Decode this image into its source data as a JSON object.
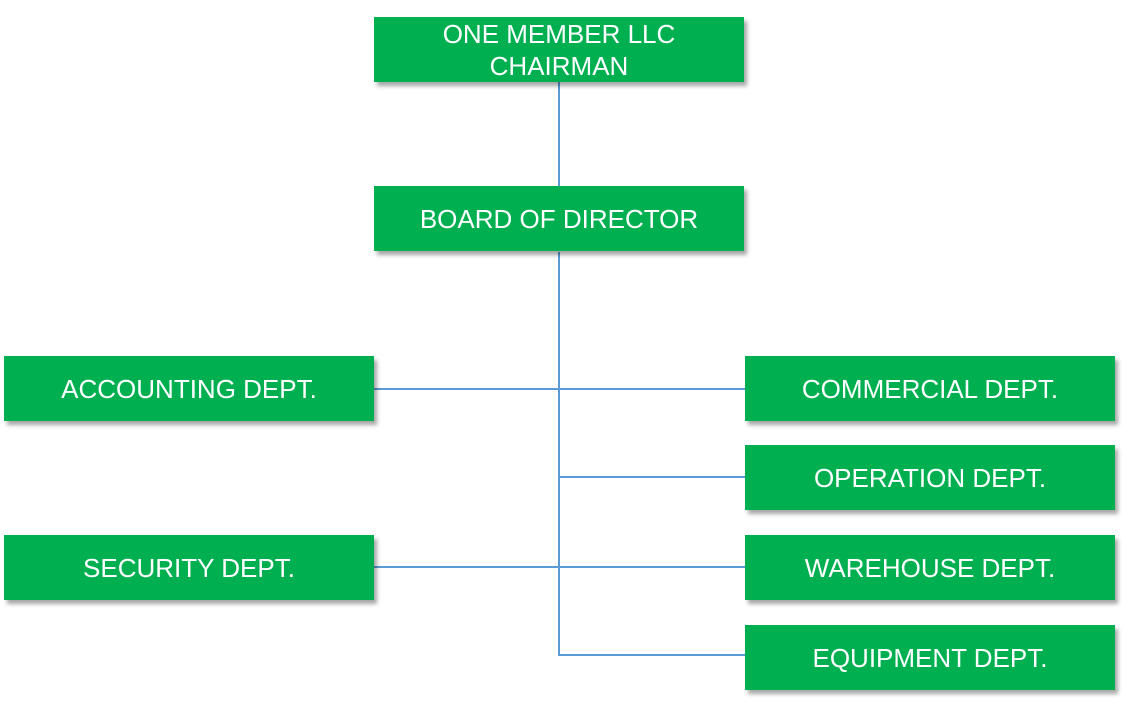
{
  "colors": {
    "box": "#00b050",
    "connector": "#5b9bd5",
    "text": "#ffffff"
  },
  "nodes": {
    "chairman": "ONE MEMBER LLC\nCHAIRMAN",
    "board": "BOARD OF DIRECTOR",
    "accounting": "ACCOUNTING DEPT.",
    "security": "SECURITY DEPT.",
    "commercial": "COMMERCIAL DEPT.",
    "operation": "OPERATION DEPT.",
    "warehouse": "WAREHOUSE DEPT.",
    "equipment": "EQUIPMENT DEPT."
  }
}
